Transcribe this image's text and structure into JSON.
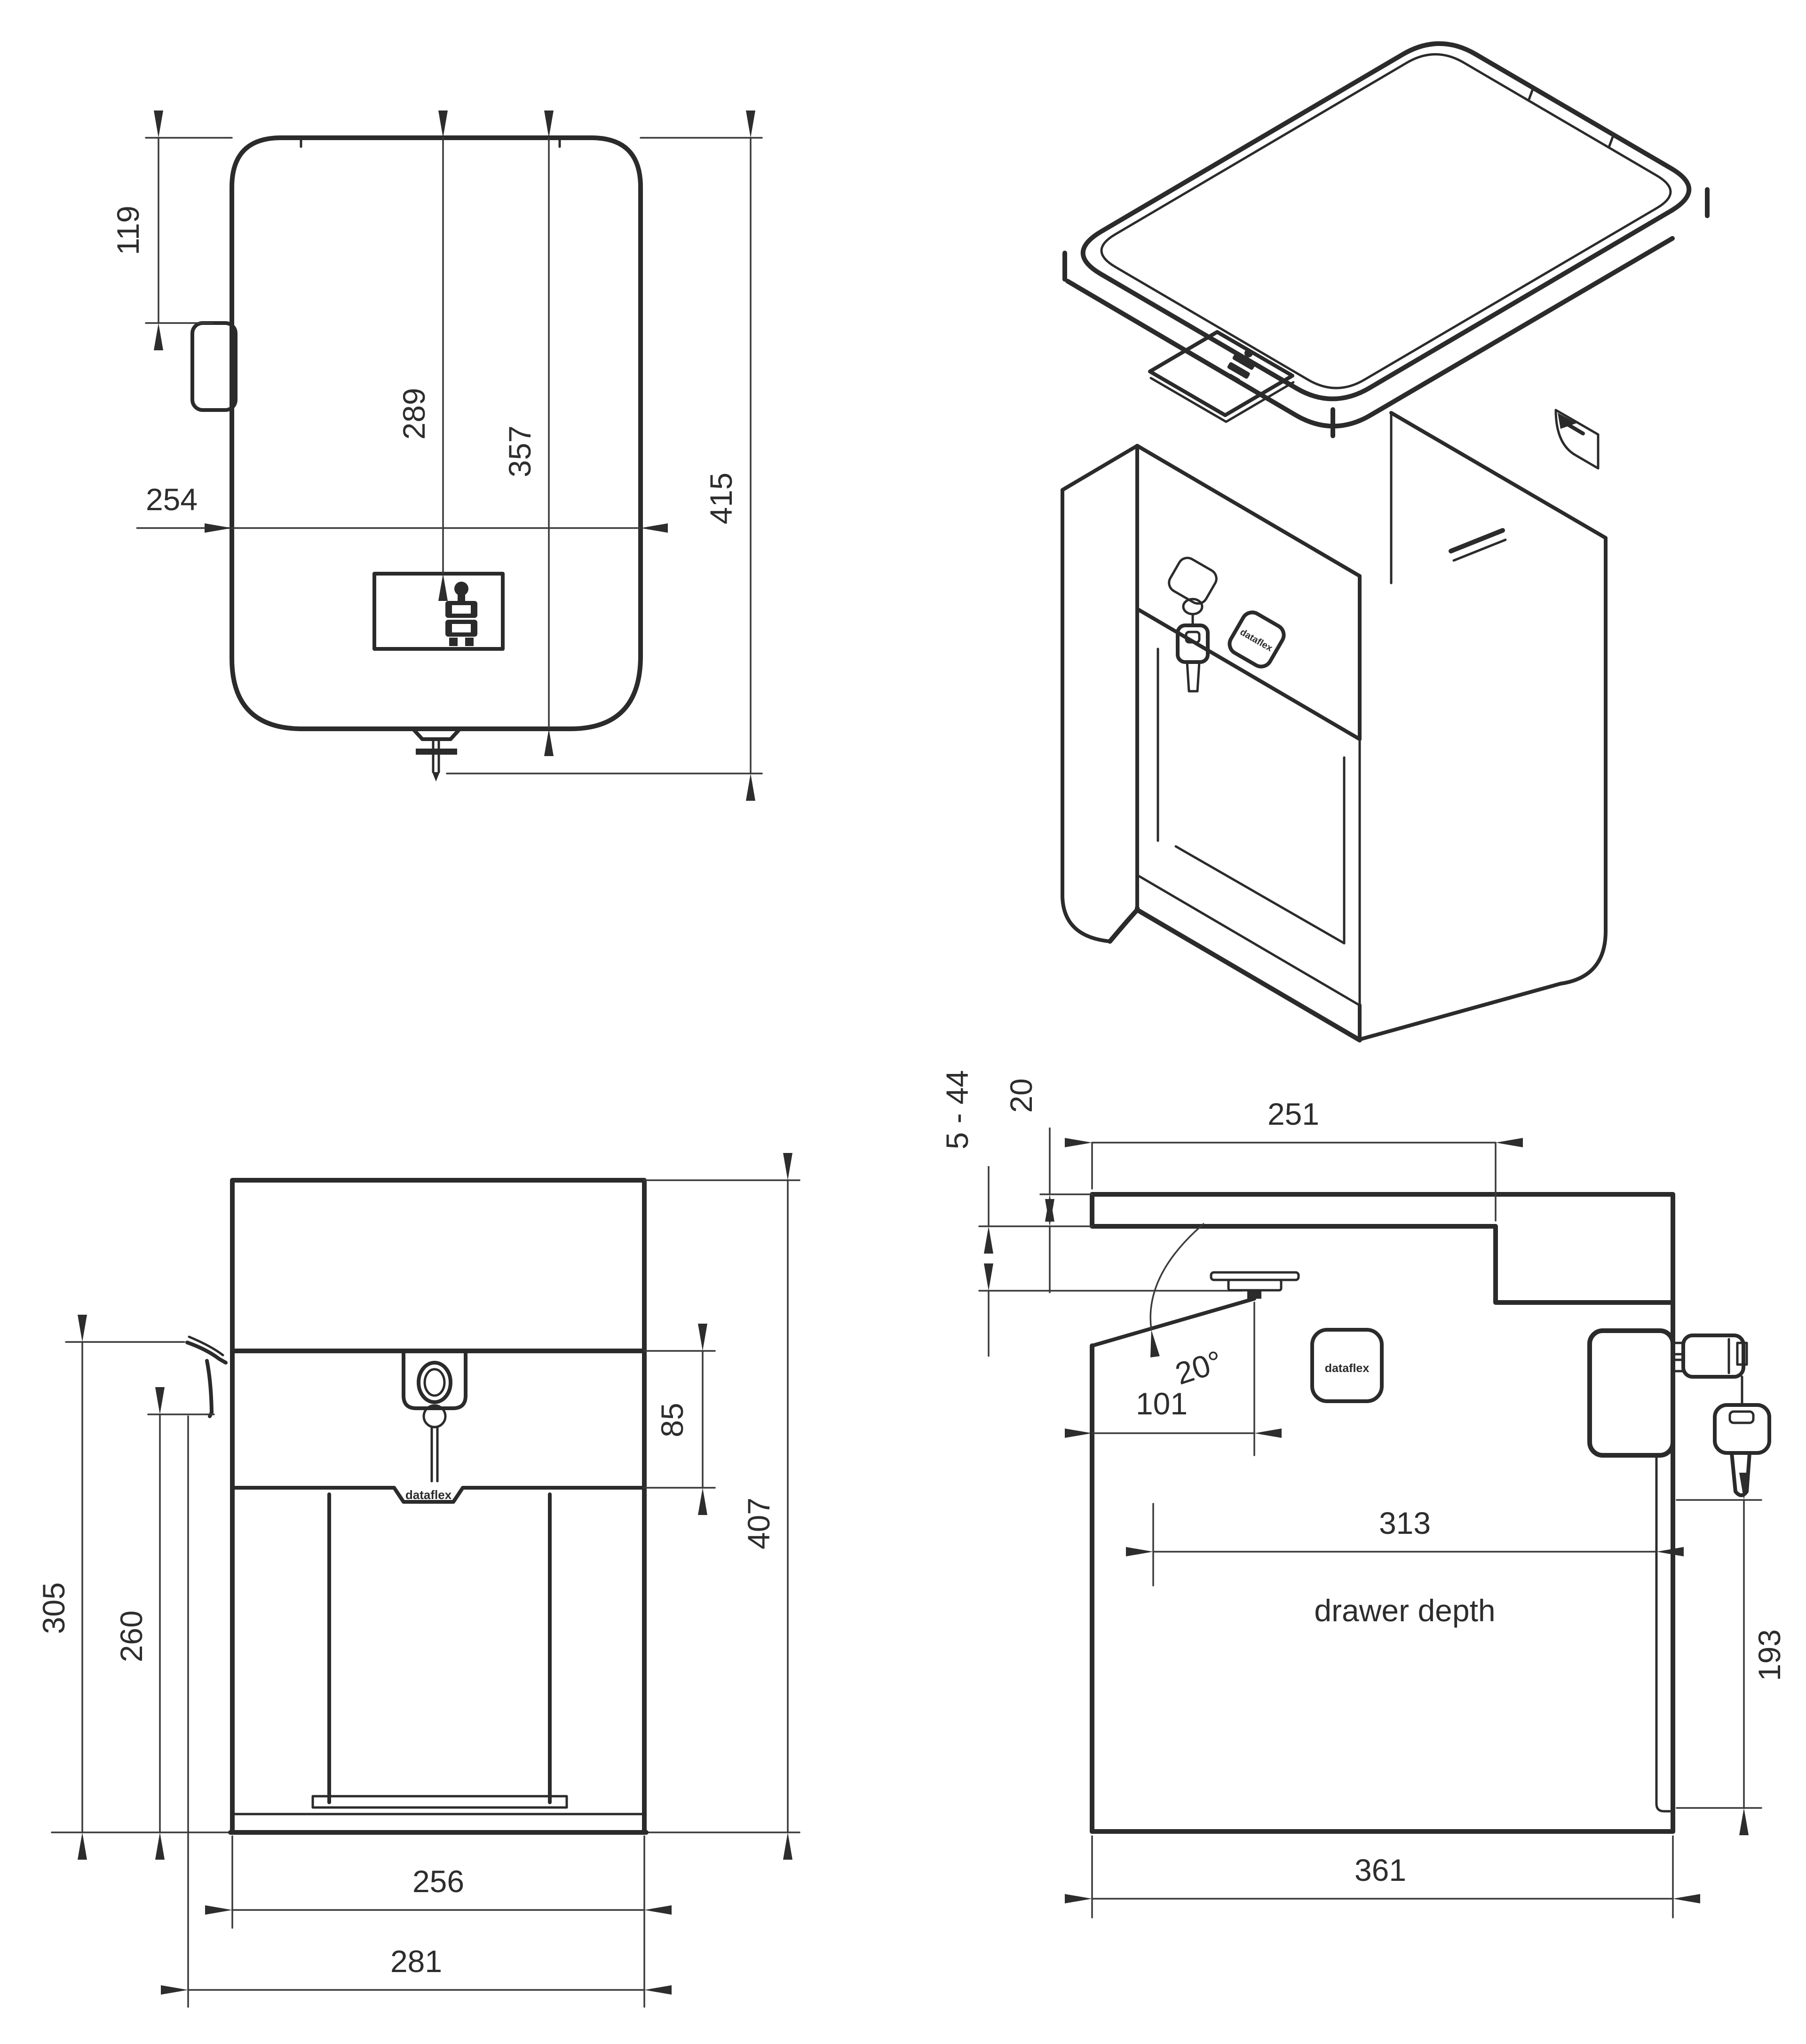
{
  "dims": {
    "top": {
      "tab_offset": "119",
      "body_width": "254",
      "usb_position": "289",
      "body_depth": "357",
      "total_depth": "415"
    },
    "front": {
      "side_height": "305",
      "opening_height": "260",
      "drawer_front": "85",
      "total_height": "407",
      "body_width": "256",
      "total_width": "281"
    },
    "side": {
      "clamp_range": "5 - 44",
      "top_thickness": "20",
      "top_depth": "251",
      "front_offset": "101",
      "tilt_angle": "20°",
      "drawer_depth_value": "313",
      "drawer_depth_label": "drawer depth",
      "rear_panel_height": "193",
      "base_depth": "361"
    }
  },
  "branding": {
    "logo": "dataflex"
  },
  "icons": {
    "usb": "usb-charger-icon",
    "key": "key-icon",
    "lock": "lock-icon",
    "clamp": "clamp-screw-icon",
    "hook": "cable-hook-icon"
  },
  "colors": {
    "line": "#2b2b2b",
    "dim_line": "#3a3a3a",
    "text": "#2d2d2d",
    "background": "#ffffff"
  }
}
